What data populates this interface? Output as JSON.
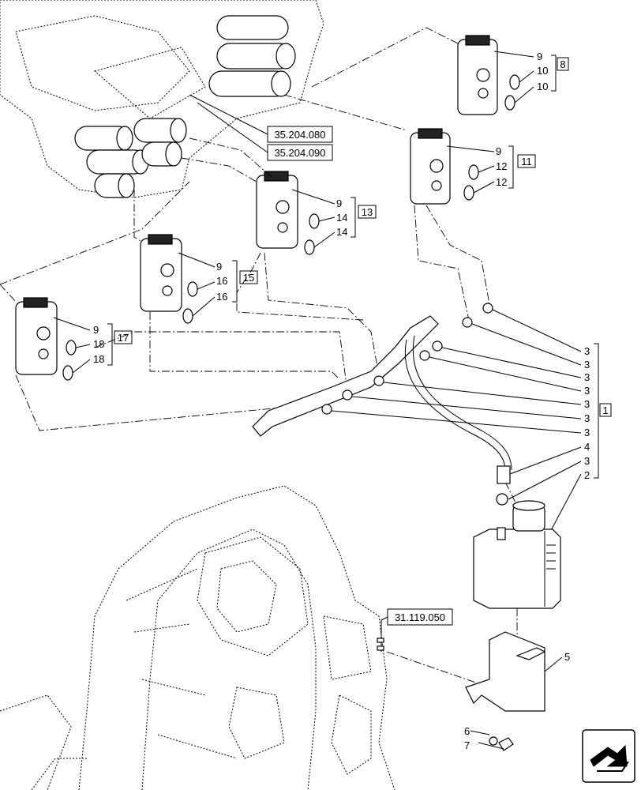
{
  "reference_boxes": [
    {
      "id": "ref-35204080",
      "text": "35.204.080"
    },
    {
      "id": "ref-35204090",
      "text": "35.204.090"
    },
    {
      "id": "ref-31119050",
      "text": "31.119.050"
    }
  ],
  "group_numbers": {
    "g8": "8",
    "g11": "11",
    "g13": "13",
    "g15": "15",
    "g17": "17",
    "g1": "1"
  },
  "callouts": {
    "c9": "9",
    "c10": "10",
    "c12": "12",
    "c14": "14",
    "c16": "16",
    "c18": "18",
    "c3": "3",
    "c4": "4",
    "c2": "2",
    "c5": "5",
    "c6": "6",
    "c7": "7"
  },
  "icons": [
    "nav-arrow-icon"
  ]
}
